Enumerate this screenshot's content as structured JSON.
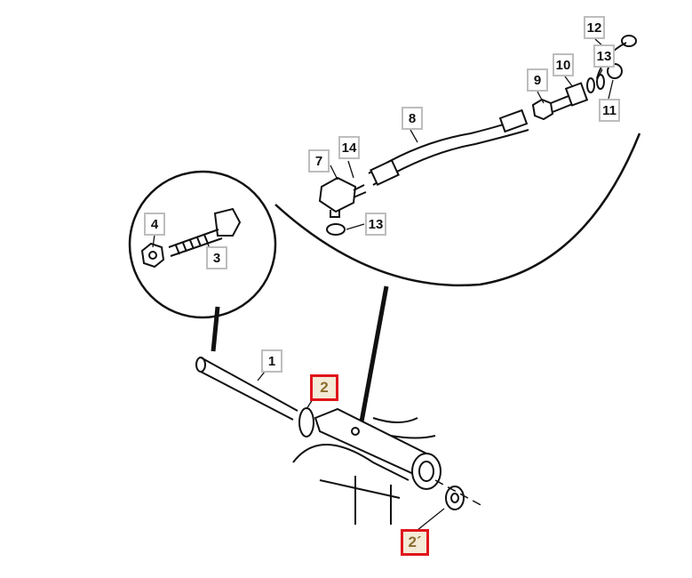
{
  "diagram": {
    "callouts": [
      {
        "id": "c12",
        "text": "12"
      },
      {
        "id": "c13a",
        "text": "13"
      },
      {
        "id": "c10",
        "text": "10"
      },
      {
        "id": "c9",
        "text": "9"
      },
      {
        "id": "c11",
        "text": "11"
      },
      {
        "id": "c8",
        "text": "8"
      },
      {
        "id": "c14",
        "text": "14"
      },
      {
        "id": "c7",
        "text": "7"
      },
      {
        "id": "c13b",
        "text": "13"
      },
      {
        "id": "c4",
        "text": "4"
      },
      {
        "id": "c3",
        "text": "3"
      },
      {
        "id": "c1",
        "text": "1"
      },
      {
        "id": "c2",
        "text": "2"
      },
      {
        "id": "c2b",
        "text": "2´"
      }
    ],
    "highlight_color": "#e0141b"
  }
}
